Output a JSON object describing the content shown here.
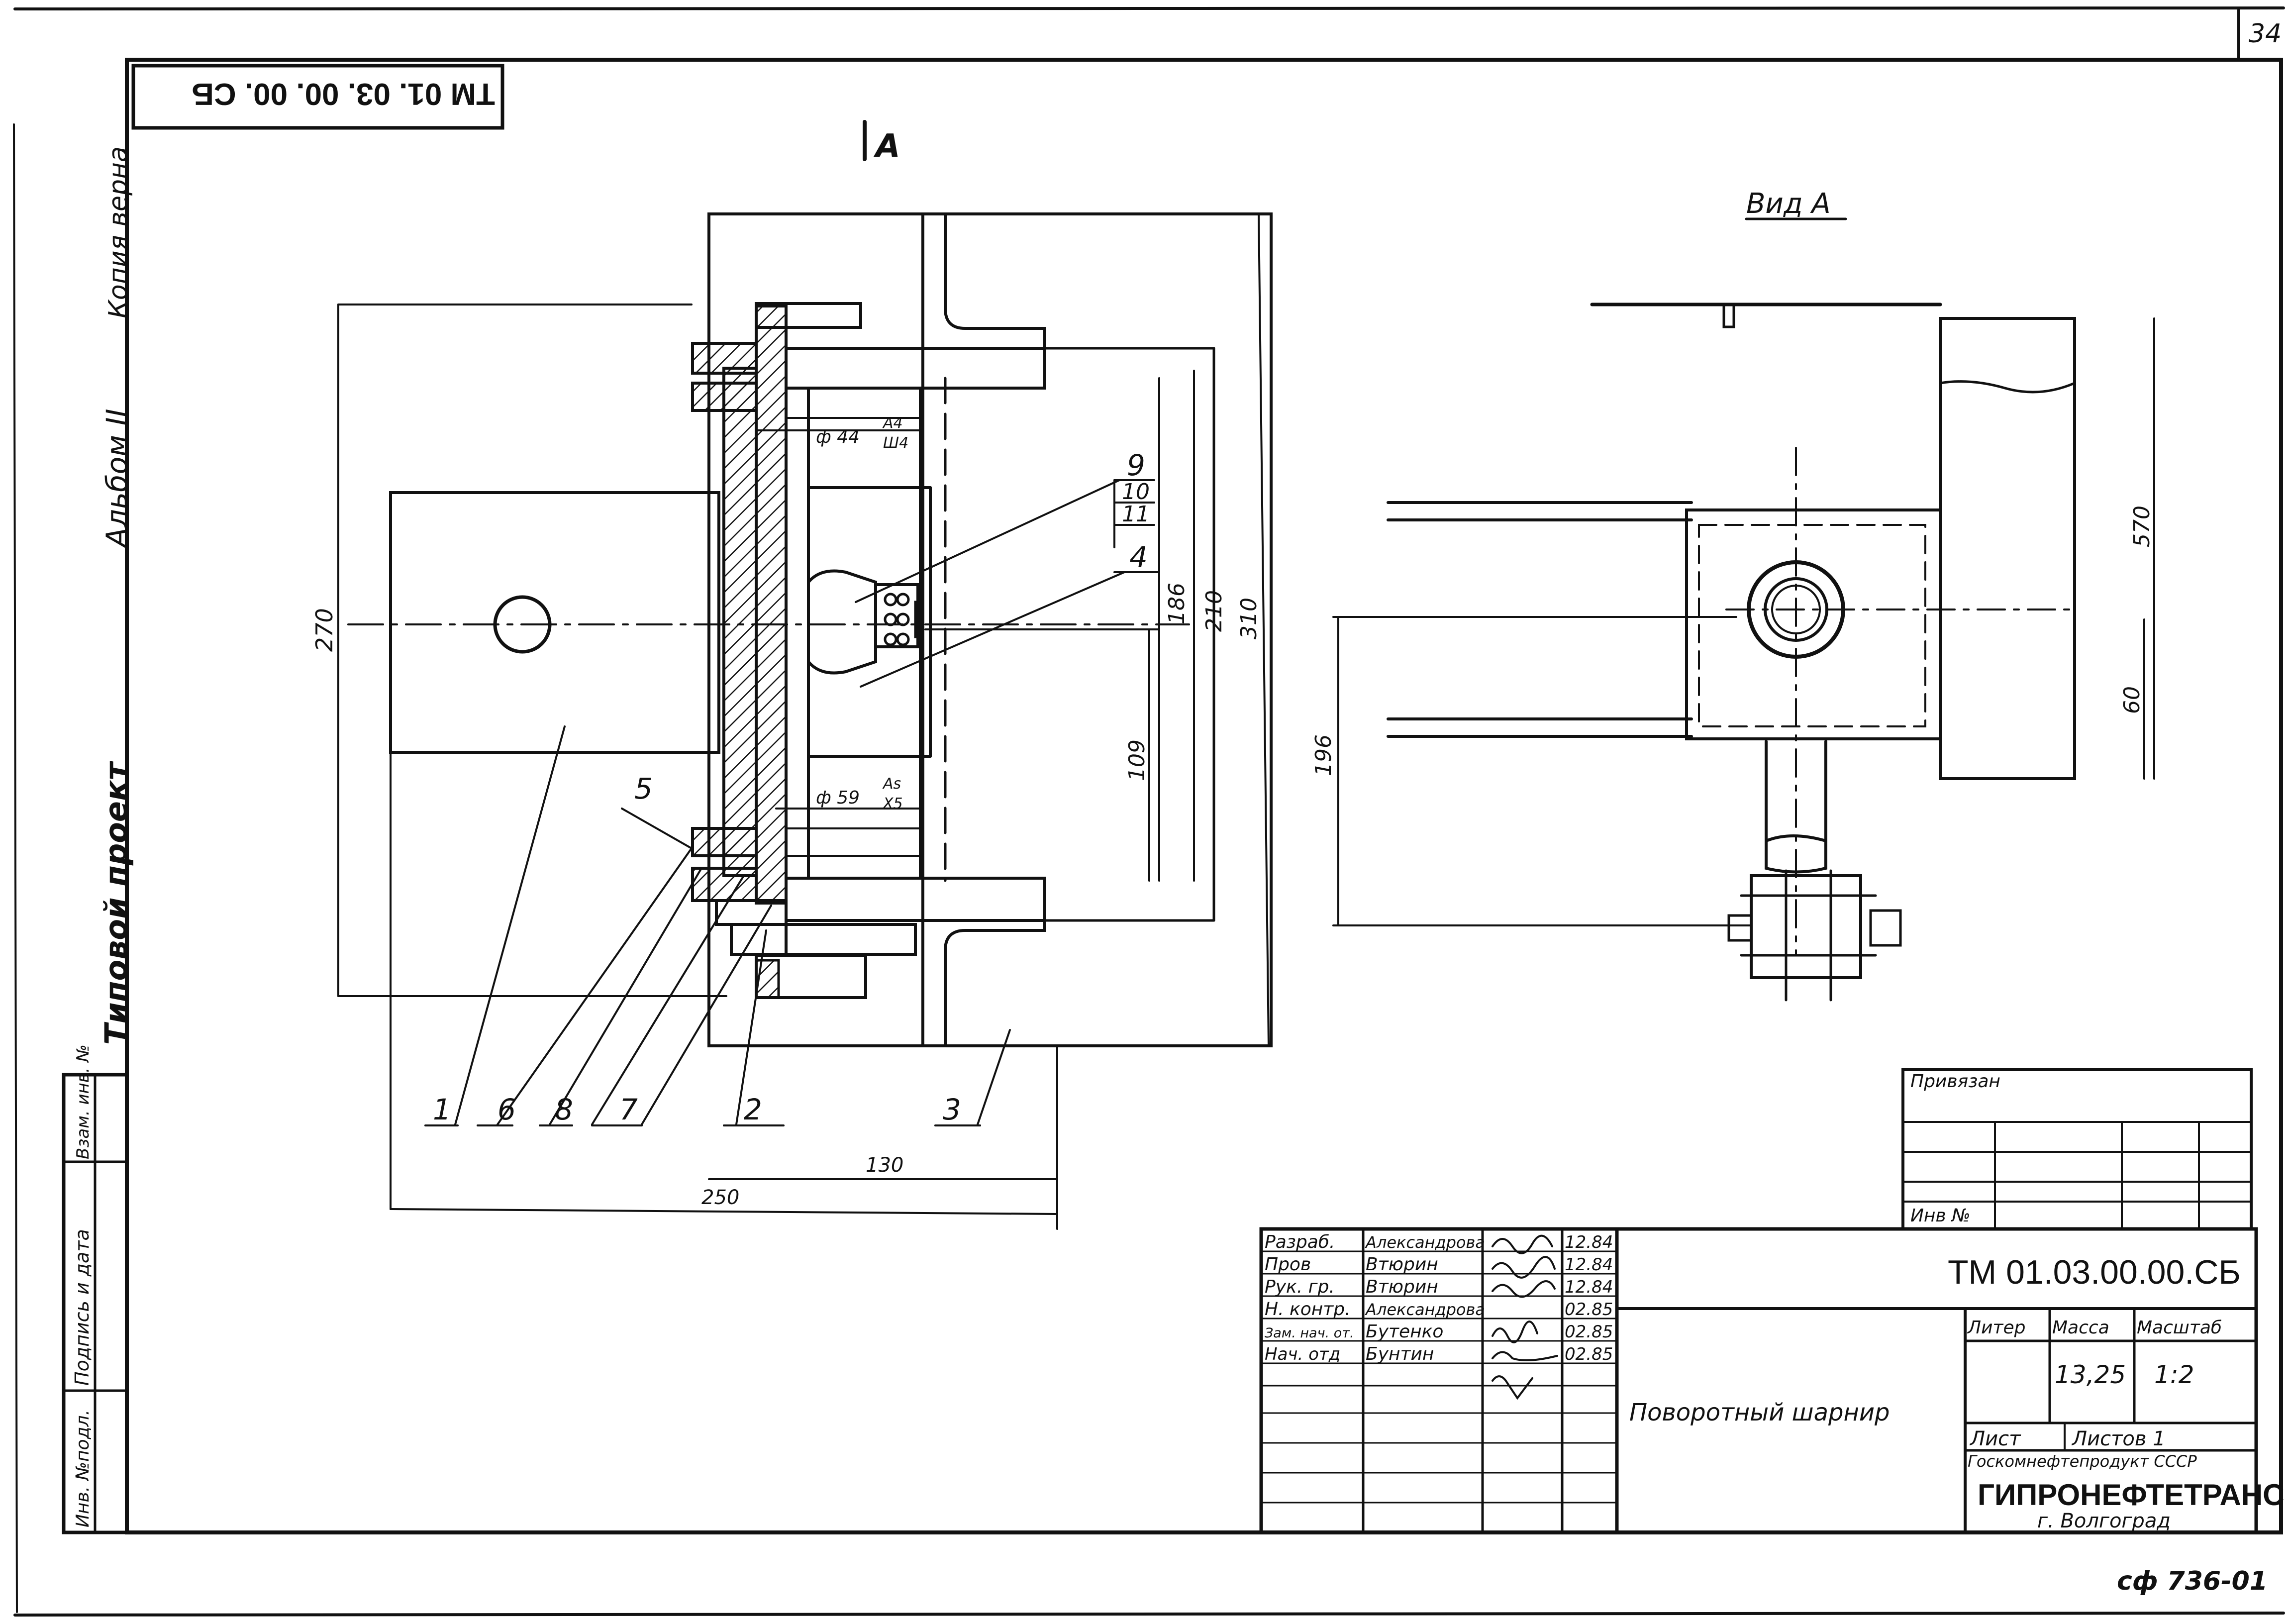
{
  "sheet": {
    "page_number": "34",
    "rotated_code": "ТМ 01. 03. 00. 00. СБ",
    "margin_text": {
      "copy_true": "Копия верна",
      "album": "Альбом II",
      "typical_project": "Типовой проект"
    },
    "left_stamp_columns": [
      "Инв. №подл.",
      "Подпись и дата",
      "Взам. инв. №"
    ],
    "bottom_code": "сф 736-01"
  },
  "drawing": {
    "section_mark": "А",
    "view_title": "Вид А",
    "dimensions": {
      "d270": "270",
      "d250": "250",
      "d130": "130",
      "d186": "186",
      "d210": "210",
      "d310": "310",
      "d109": "109",
      "d196": "196",
      "d570": "570",
      "d60": "60"
    },
    "fits": {
      "fit1_dia": "ф 44",
      "fit1_num": "А4",
      "fit1_den": "Ш4",
      "fit2_dia": "ф 59",
      "fit2_num": "Аs",
      "fit2_den": "Х5"
    },
    "callouts": {
      "c1": "1",
      "c2": "2",
      "c3": "3",
      "c4": "4",
      "c5": "5",
      "c6": "6",
      "c7": "7",
      "c8": "8",
      "c9": "9",
      "c10": "10",
      "c11": "11"
    }
  },
  "title_block": {
    "rows": [
      {
        "role": "Разраб.",
        "name": "Александрова",
        "date": "12.84"
      },
      {
        "role": "Пров",
        "name": "Втюрин",
        "date": "12.84"
      },
      {
        "role": "Рук. гр.",
        "name": "Втюрин",
        "date": "12.84"
      },
      {
        "role": "Н. контр.",
        "name": "Александрова",
        "date": "02.85"
      },
      {
        "role": "Зам. нач. от.",
        "name": "Бутенко",
        "date": "02.85"
      },
      {
        "role": "Нач. отд",
        "name": "Бунтин",
        "date": "02.85"
      }
    ],
    "doc_code": "ТМ 01.03.00.00.СБ",
    "title": "Поворотный шарнир",
    "headers": {
      "liter": "Литер",
      "mass": "Масса",
      "scale": "Масштаб"
    },
    "liter_value": "",
    "mass_value": "13,25",
    "scale_value": "1:2",
    "sheet_label": "Лист",
    "sheets_label": "Листов 1",
    "org_top": "Госкомнефтепродукт СССР",
    "org_name": "ГИПРОНЕФТЕТРАНС",
    "org_city": "г. Волгоград",
    "attached_label": "Привязан",
    "inv_label": "Инв №"
  }
}
